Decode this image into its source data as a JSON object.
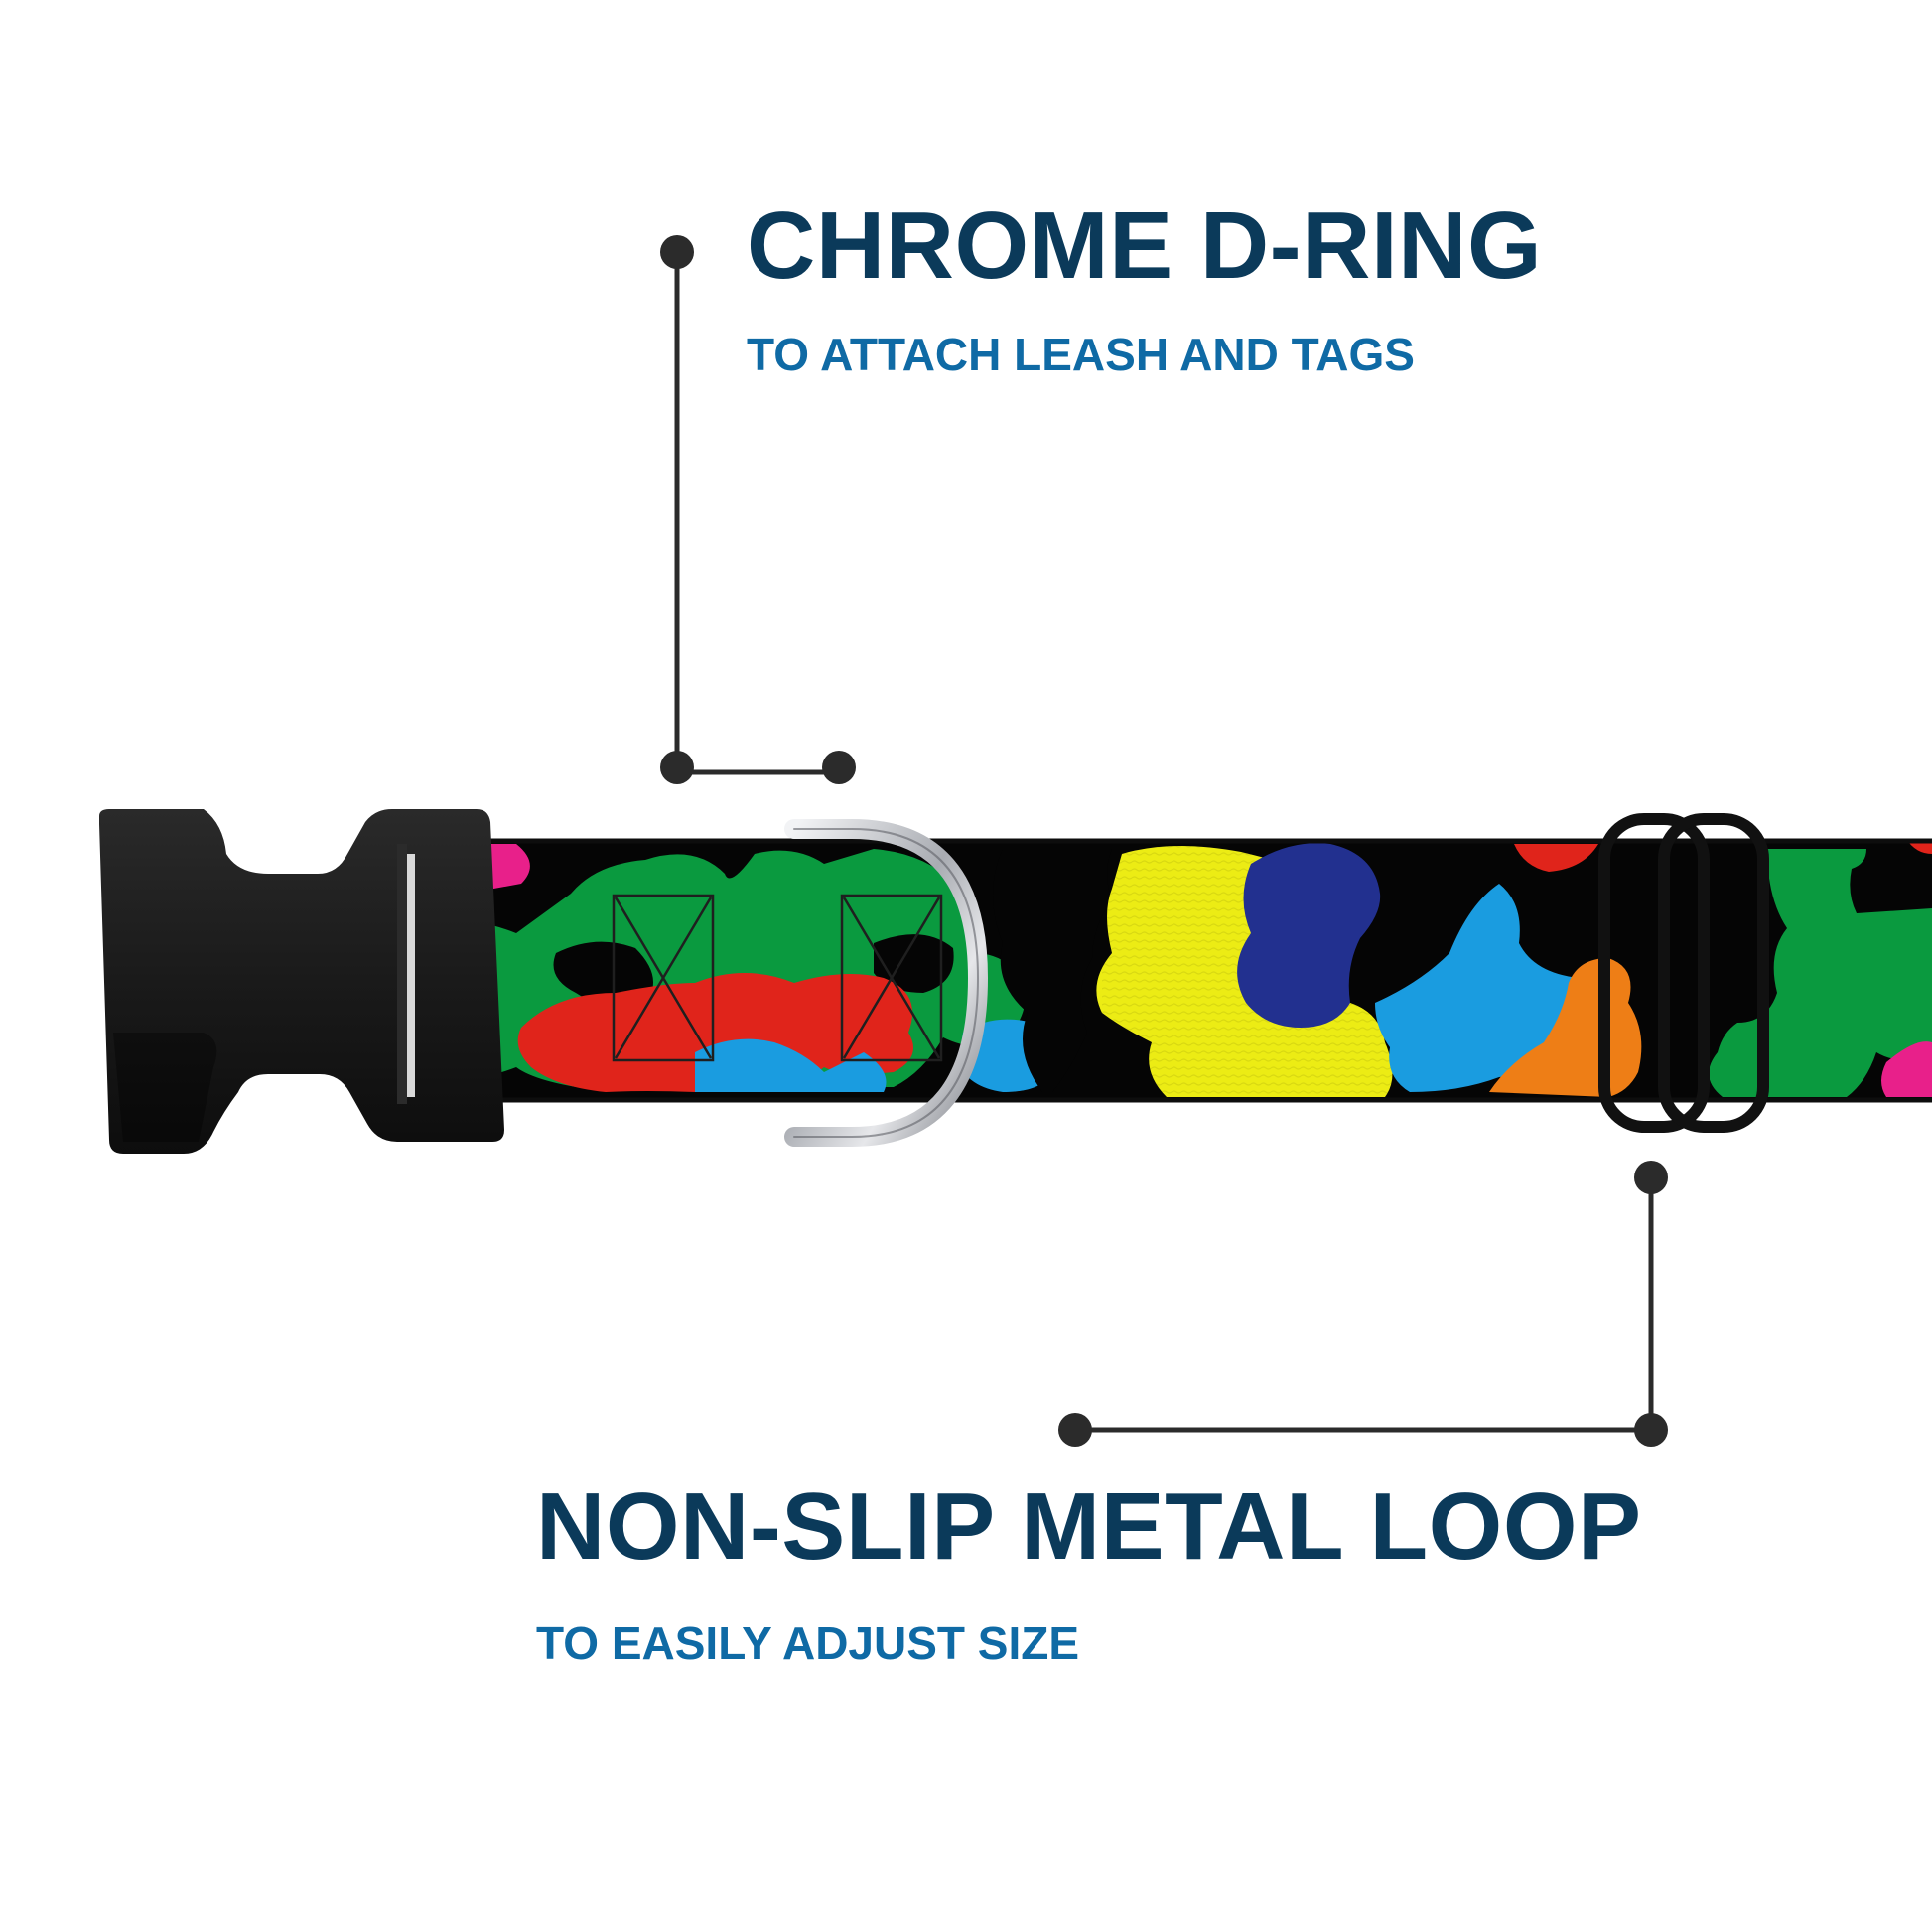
{
  "callouts": {
    "dring": {
      "title": "CHROME D-RING",
      "subtitle": "TO ATTACH LEASH AND TAGS"
    },
    "loop": {
      "title": "NON-SLIP METAL LOOP",
      "subtitle": "TO EASILY ADJUST SIZE"
    }
  },
  "colors": {
    "title": "#0b3a5a",
    "subtitle": "#0f6aa5",
    "leader_line": "#2b2b2b",
    "buckle": "#1b1b1b",
    "webbing_base": "#050505",
    "camo_green": "#0a9a3f",
    "camo_red": "#e0241b",
    "camo_yellow": "#ecec14",
    "camo_navy": "#22308f",
    "camo_blue": "#1a9ce0",
    "camo_orange": "#ee7e16",
    "camo_pink": "#e8208a",
    "ring_chrome": "#b9bcc1"
  },
  "icons": [
    "collar-buckle-icon",
    "d-ring-icon",
    "slide-loop-icon"
  ]
}
